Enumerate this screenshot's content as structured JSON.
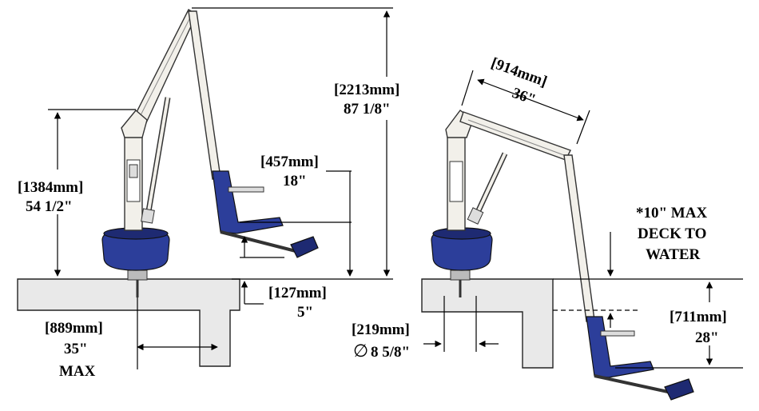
{
  "labels": {
    "height_2213_mm": "[2213mm]",
    "height_2213_in": "87 1/8\"",
    "height_1384_mm": "[1384mm]",
    "height_1384_in": "54 1/2\"",
    "seat_457_mm": "[457mm]",
    "seat_457_in": "18\"",
    "deck_127_mm": "[127mm]",
    "deck_127_in": "5\"",
    "reach_889_mm": "[889mm]",
    "reach_889_in": "35\"",
    "reach_889_max": "MAX",
    "boom_914_mm": "[914mm]",
    "boom_914_in": "36\"",
    "max_note_line1": "*10\" MAX",
    "max_note_line2": "DECK TO",
    "max_note_line3": "WATER",
    "depth_711_mm": "[711mm]",
    "depth_711_in": "28\"",
    "dia_219_mm": "[219mm]",
    "dia_219_in": "8 5/8\"",
    "diameter_symbol": "∅"
  },
  "colors": {
    "base_blue": "#2c3e9a",
    "frame": "#f2f0ea",
    "deck": "#e9e9e9"
  }
}
